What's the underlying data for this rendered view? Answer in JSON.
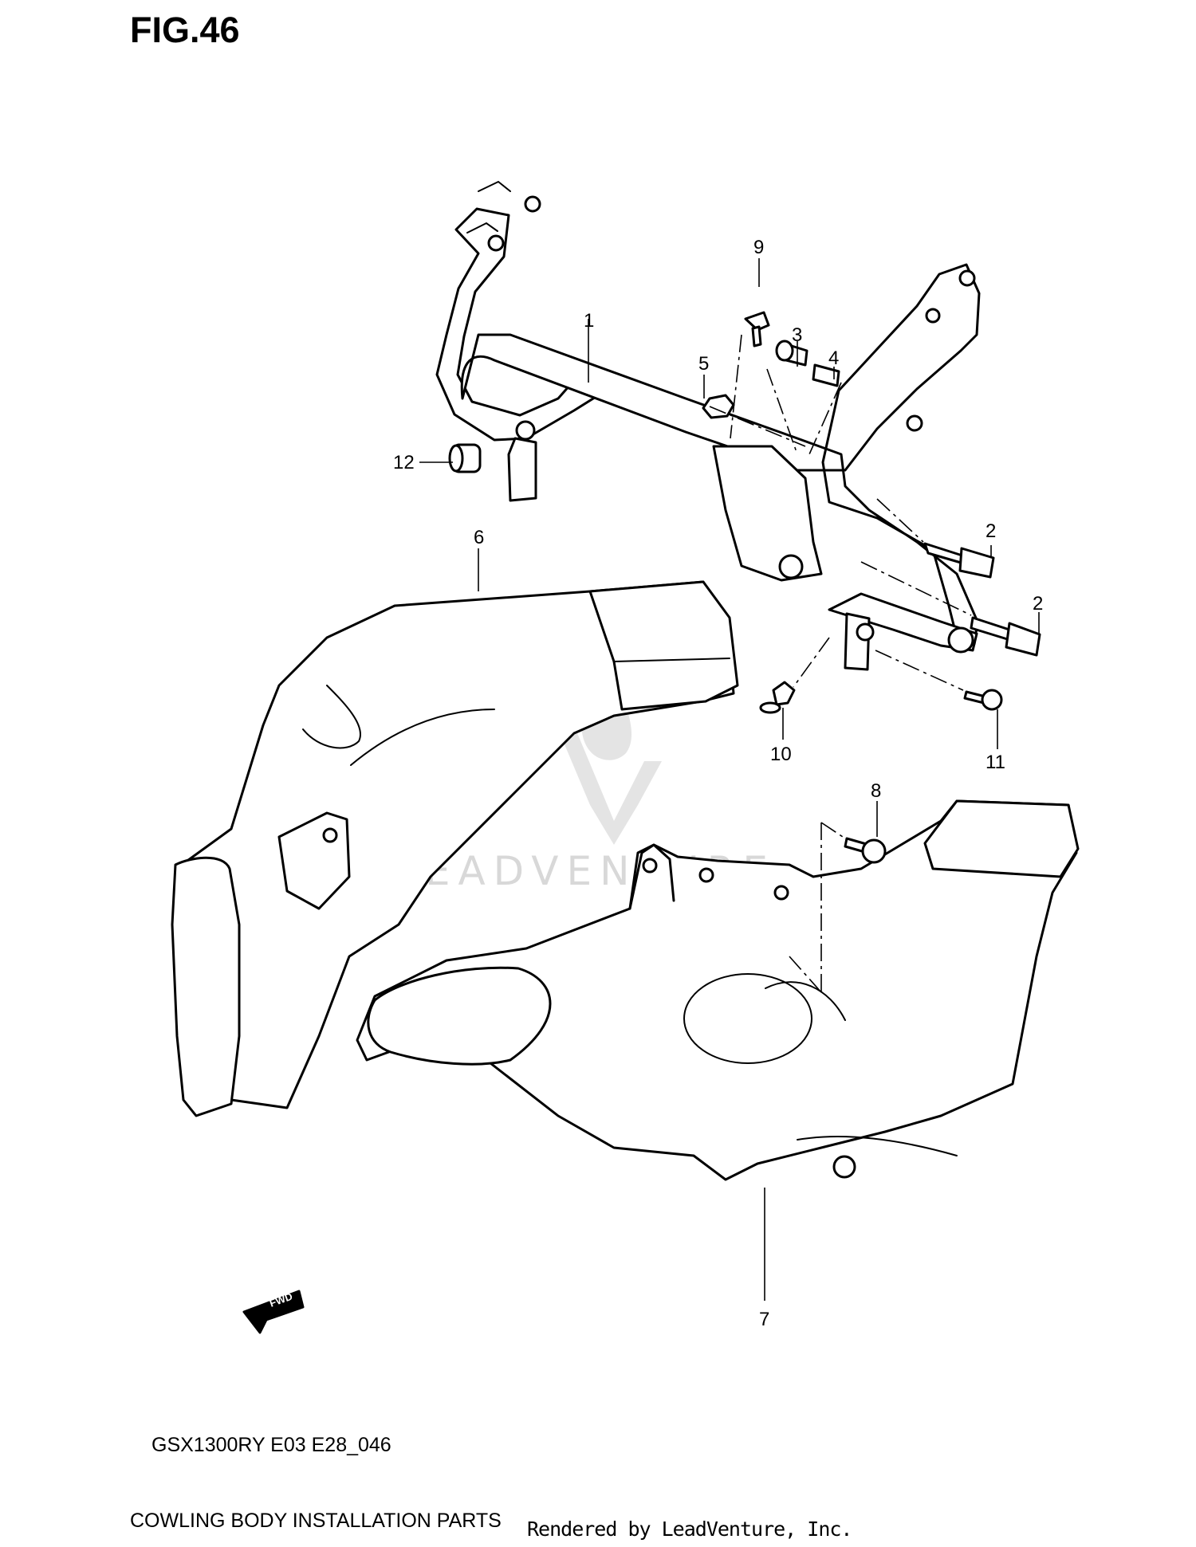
{
  "figure": {
    "title": "FIG.46",
    "model_code": "GSX1300RY E03 E28_046",
    "caption": "COWLING BODY INSTALLATION PARTS",
    "credit": "Rendered by LeadVenture, Inc.",
    "watermark": "LEADVENTURE",
    "fwd_label": "FWD"
  },
  "callouts": [
    {
      "id": "1",
      "label": "1",
      "part": "bracket-frame"
    },
    {
      "id": "2a",
      "label": "2",
      "part": "bolt"
    },
    {
      "id": "2b",
      "label": "2",
      "part": "bolt"
    },
    {
      "id": "3",
      "label": "3",
      "part": "cushion-collar"
    },
    {
      "id": "4",
      "label": "4",
      "part": "spacer"
    },
    {
      "id": "5",
      "label": "5",
      "part": "nut"
    },
    {
      "id": "6",
      "label": "6",
      "part": "air-duct-left"
    },
    {
      "id": "7",
      "label": "7",
      "part": "air-duct-right"
    },
    {
      "id": "8",
      "label": "8",
      "part": "screw"
    },
    {
      "id": "9",
      "label": "9",
      "part": "screw"
    },
    {
      "id": "10",
      "label": "10",
      "part": "clip"
    },
    {
      "id": "11",
      "label": "11",
      "part": "screw"
    },
    {
      "id": "12",
      "label": "12",
      "part": "cushion"
    }
  ]
}
